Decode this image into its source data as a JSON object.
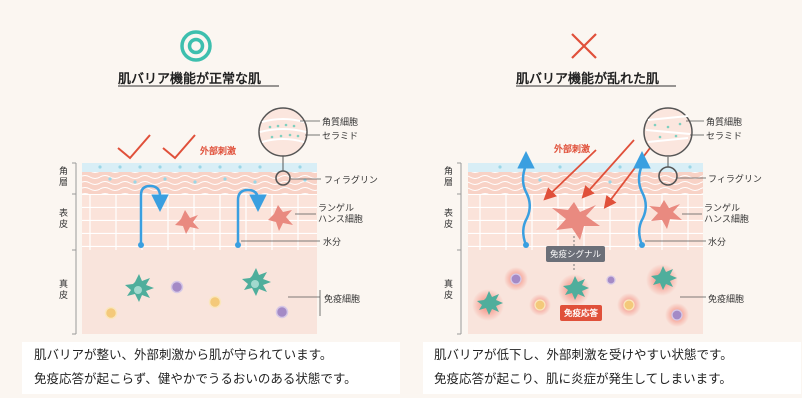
{
  "left": {
    "symbol": "double-circle",
    "title": "肌バリア機能が正常な肌",
    "layer_labels": [
      "角\n層",
      "表\n皮",
      "真\n皮"
    ],
    "callouts": {
      "corneocyte": "角質細胞",
      "ceramide": "セラミド",
      "filaggrin": "フィラグリン",
      "langerhans": "ランゲル\nハンス細胞",
      "water": "水分",
      "immune": "免疫細胞"
    },
    "stimulus": "外部刺激",
    "caption_lines": [
      "肌バリアが整い、外部刺激から肌が守られています。",
      "免疫応答が起こらず、健やかでうるおいのある状態です。"
    ]
  },
  "right": {
    "symbol": "cross",
    "title": "肌バリア機能が乱れた肌",
    "layer_labels": [
      "角\n層",
      "表\n皮",
      "真\n皮"
    ],
    "callouts": {
      "corneocyte": "角質細胞",
      "ceramide": "セラミド",
      "filaggrin": "フィラグリン",
      "langerhans": "ランゲル\nハンス細胞",
      "water": "水分",
      "immune": "免疫細胞"
    },
    "stimulus": "外部刺激",
    "immune_signal": "免疫シグナル",
    "immune_response": "免疫応答",
    "caption_lines": [
      "肌バリアが低下し、外部刺激を受けやすい状態です。",
      "免疫応答が起こり、肌に炎症が発生してしまいます。"
    ]
  },
  "colors": {
    "check": "#e0503a",
    "teal": "#3dbfae",
    "cross": "#e0503a",
    "water": "#3a9fe0",
    "cell": "#e98a80"
  }
}
